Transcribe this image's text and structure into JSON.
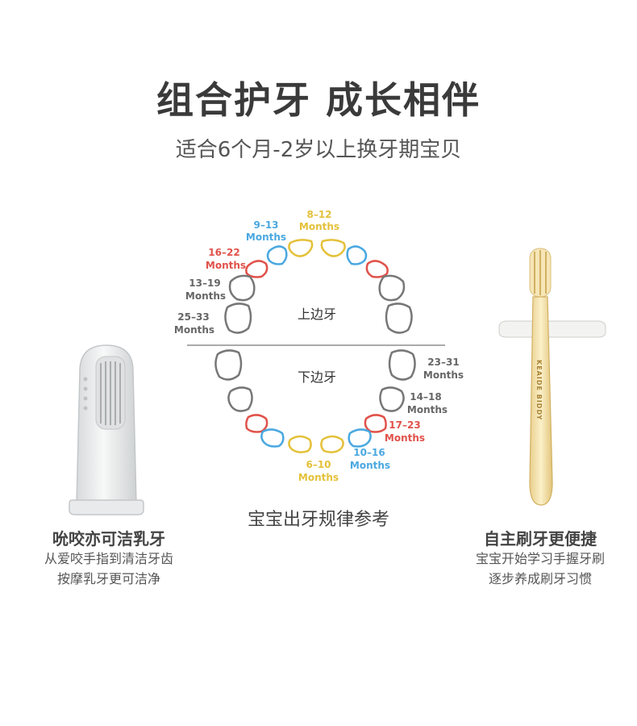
{
  "header": {
    "title": "组合护牙 成长相伴",
    "subtitle": "适合6个月-2岁以上换牙期宝贝"
  },
  "chart": {
    "upper_label": "上边牙",
    "lower_label": "下边牙",
    "caption": "宝宝出牙规律参考",
    "colors": {
      "gray": "#666666",
      "blue": "#4aa8e0",
      "yellow": "#e4c13a",
      "red": "#e0524a"
    },
    "upper": [
      {
        "range": "8–12",
        "unit": "Months",
        "color": "yellow"
      },
      {
        "range": "9–13",
        "unit": "Months",
        "color": "blue"
      },
      {
        "range": "16–22",
        "unit": "Months",
        "color": "red"
      },
      {
        "range": "13–19",
        "unit": "Months",
        "color": "gray"
      },
      {
        "range": "25–33",
        "unit": "Months",
        "color": "gray"
      }
    ],
    "lower": [
      {
        "range": "23–31",
        "unit": "Months",
        "color": "gray"
      },
      {
        "range": "14–18",
        "unit": "Months",
        "color": "gray"
      },
      {
        "range": "17–23",
        "unit": "Months",
        "color": "red"
      },
      {
        "range": "10–16",
        "unit": "Months",
        "color": "blue"
      },
      {
        "range": "6–10",
        "unit": "Months",
        "color": "yellow"
      }
    ]
  },
  "left_product": {
    "title": "吮咬亦可洁乳牙",
    "desc_line1": "从爱咬手指到清洁牙齿",
    "desc_line2": "按摩乳牙更可洁净",
    "icon": "finger-toothbrush-icon"
  },
  "right_product": {
    "title": "自主刷牙更便捷",
    "desc_line1": "宝宝开始学习手握牙刷",
    "desc_line2": "逐步养成刷牙习惯",
    "brand_text": "KEAIDE BIDDY",
    "icon": "training-toothbrush-icon"
  }
}
